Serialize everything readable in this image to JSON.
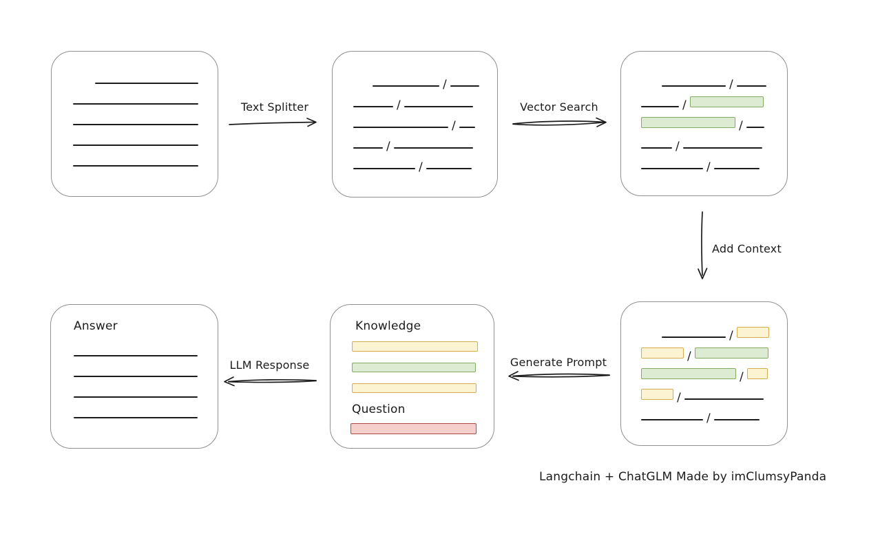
{
  "canvas": {
    "bg": "#ffffff"
  },
  "colors": {
    "bg": "#ffffff",
    "box_border": "#8f8f8f",
    "ink": "#1b1b1b",
    "green_fill": "#dcebd2",
    "green_border": "#7fab63",
    "yellow_fill": "#fcf3d3",
    "yellow_border": "#d1ad4d",
    "red_fill": "#f5cfcc",
    "red_border": "#ad4a44"
  },
  "slash": "/",
  "labels": {
    "text_splitter": "Text Splitter",
    "vector_search": "Vector Search",
    "add_context": "Add Context",
    "generate_prompt": "Generate Prompt",
    "llm_response": "LLM Response"
  },
  "icons": {
    "arrow_right": "hand-drawn-right-arrow",
    "arrow_right_double": "hand-drawn-double-stroke-right-arrow",
    "arrow_down": "hand-drawn-down-arrow",
    "arrow_left_double": "hand-drawn-double-stroke-left-arrow"
  },
  "boxes": {
    "document": {
      "rows": [
        [
          {
            "t": "line",
            "w": 150,
            "ml": 63
          }
        ],
        [
          {
            "t": "line",
            "w": 182,
            "ml": 31
          }
        ],
        [
          {
            "t": "line",
            "w": 182,
            "ml": 31
          }
        ],
        [
          {
            "t": "line",
            "w": 182,
            "ml": 31
          }
        ],
        [
          {
            "t": "line",
            "w": 182,
            "ml": 31
          }
        ]
      ]
    },
    "split_text": {
      "rows": [
        [
          {
            "t": "line",
            "w": 97,
            "ml": 58
          },
          {
            "t": "slash"
          },
          {
            "t": "line",
            "w": 42
          }
        ],
        [
          {
            "t": "line",
            "w": 58,
            "ml": 30
          },
          {
            "t": "slash"
          },
          {
            "t": "line",
            "w": 100
          }
        ],
        [
          {
            "t": "line",
            "w": 138,
            "ml": 30
          },
          {
            "t": "slash"
          },
          {
            "t": "line",
            "w": 23
          }
        ],
        [
          {
            "t": "line",
            "w": 43,
            "ml": 30
          },
          {
            "t": "slash"
          },
          {
            "t": "line",
            "w": 115
          }
        ],
        [
          {
            "t": "line",
            "w": 90,
            "ml": 30
          },
          {
            "t": "slash"
          },
          {
            "t": "line",
            "w": 66
          }
        ]
      ]
    },
    "vector_matches": {
      "rows": [
        [
          {
            "t": "line",
            "w": 93,
            "ml": 59
          },
          {
            "t": "slash"
          },
          {
            "t": "line",
            "w": 43
          }
        ],
        [
          {
            "t": "line",
            "w": 55,
            "ml": 29
          },
          {
            "t": "slash"
          },
          {
            "t": "green",
            "w": 107
          }
        ],
        [
          {
            "t": "green",
            "w": 137,
            "ml": 29
          },
          {
            "t": "slash"
          },
          {
            "t": "line",
            "w": 26
          }
        ],
        [
          {
            "t": "line",
            "w": 45,
            "ml": 29
          },
          {
            "t": "slash"
          },
          {
            "t": "line",
            "w": 115
          }
        ],
        [
          {
            "t": "line",
            "w": 90,
            "ml": 29
          },
          {
            "t": "slash"
          },
          {
            "t": "line",
            "w": 66
          }
        ]
      ]
    },
    "context_chunks": {
      "rows": [
        [
          {
            "t": "line",
            "w": 93,
            "ml": 59
          },
          {
            "t": "slash"
          },
          {
            "t": "yellow",
            "w": 47
          }
        ],
        [
          {
            "t": "yellow",
            "w": 62,
            "ml": 29
          },
          {
            "t": "slash"
          },
          {
            "t": "green",
            "w": 107
          }
        ],
        [
          {
            "t": "green",
            "w": 138,
            "ml": 29
          },
          {
            "t": "slash"
          },
          {
            "t": "yellow",
            "w": 30
          }
        ],
        [
          {
            "t": "yellow",
            "w": 47,
            "ml": 29
          },
          {
            "t": "slash"
          },
          {
            "t": "line",
            "w": 115
          }
        ],
        [
          {
            "t": "line",
            "w": 90,
            "ml": 29
          },
          {
            "t": "slash"
          },
          {
            "t": "line",
            "w": 66
          }
        ]
      ]
    },
    "prompt": {
      "knowledge_label": "Knowledge",
      "question_label": "Question",
      "knowledge_bars": [
        {
          "c": "yellow",
          "w": 183,
          "h": 15
        },
        {
          "c": "green",
          "w": 180,
          "h": 14
        },
        {
          "c": "yellow",
          "w": 181,
          "h": 14
        }
      ],
      "question_bars": [
        {
          "c": "red",
          "w": 183,
          "h": 16
        }
      ]
    },
    "answer": {
      "label": "Answer",
      "rows": [
        [
          {
            "t": "line",
            "w": 180,
            "ml": 33
          }
        ],
        [
          {
            "t": "line",
            "w": 180,
            "ml": 33
          }
        ],
        [
          {
            "t": "line",
            "w": 180,
            "ml": 33
          }
        ],
        [
          {
            "t": "line",
            "w": 180,
            "ml": 33
          }
        ]
      ]
    }
  },
  "caption": "Langchain + ChatGLM Made by imClumsyPanda"
}
